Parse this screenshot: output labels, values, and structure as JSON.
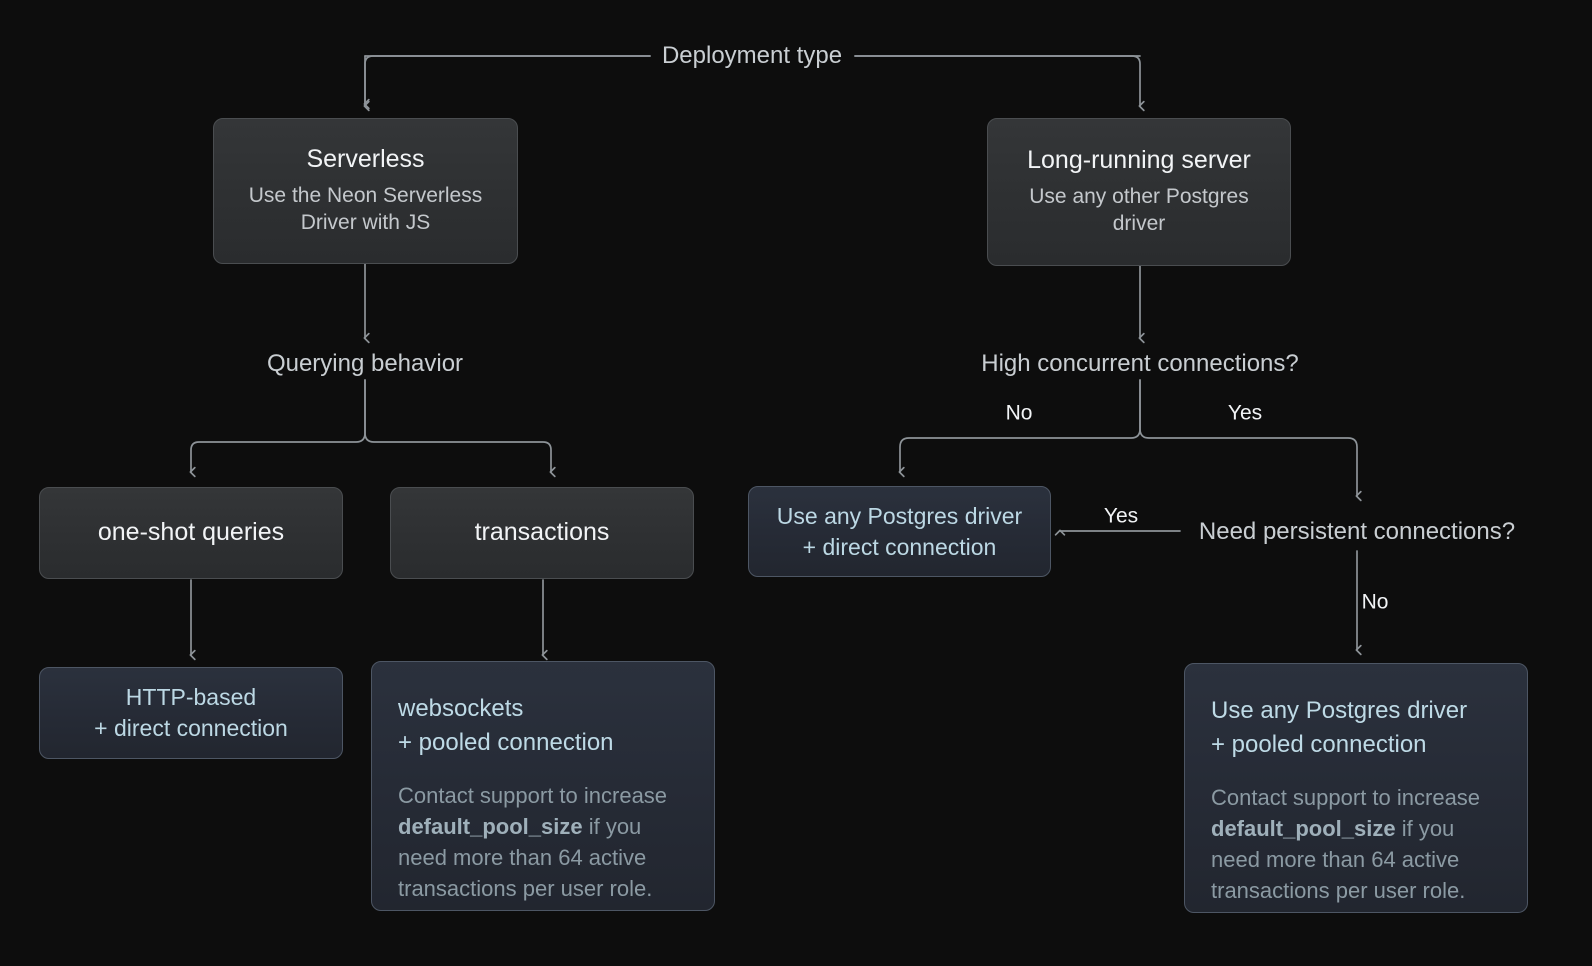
{
  "diagram": {
    "title": "Deployment type",
    "background_color": "#0d0d0d",
    "edge_color": "#8d9398",
    "nodes": {
      "root_label": "Deployment type",
      "serverless": {
        "title": "Serverless",
        "subtitle": "Use the Neon Serverless\nDriver with JS"
      },
      "long_running": {
        "title": "Long-running server",
        "subtitle": "Use any other Postgres\ndriver"
      },
      "querying_behavior": "Querying behavior",
      "high_concurrent": "High concurrent connections?",
      "need_persistent": "Need persistent connections?",
      "one_shot": {
        "title": "one-shot queries"
      },
      "transactions": {
        "title": "transactions"
      },
      "http_based": {
        "title": "HTTP-based\n+ direct connection"
      },
      "driver_direct": {
        "title": "Use any Postgres driver\n+ direct connection"
      },
      "websockets": {
        "title": "websockets\n+ pooled connection",
        "body_pre": "Contact support to increase ",
        "body_code": "default_pool_size",
        "body_post": " if you need more than 64 active transactions per user role."
      },
      "driver_pooled": {
        "title": "Use any Postgres driver\n+ pooled connection",
        "body_pre": "Contact support to increase ",
        "body_code": "default_pool_size",
        "body_post": " if you need more than 64 active transactions per user role."
      }
    },
    "edge_labels": {
      "concurrent_no": "No",
      "concurrent_yes": "Yes",
      "persistent_yes": "Yes",
      "persistent_no": "No"
    }
  }
}
